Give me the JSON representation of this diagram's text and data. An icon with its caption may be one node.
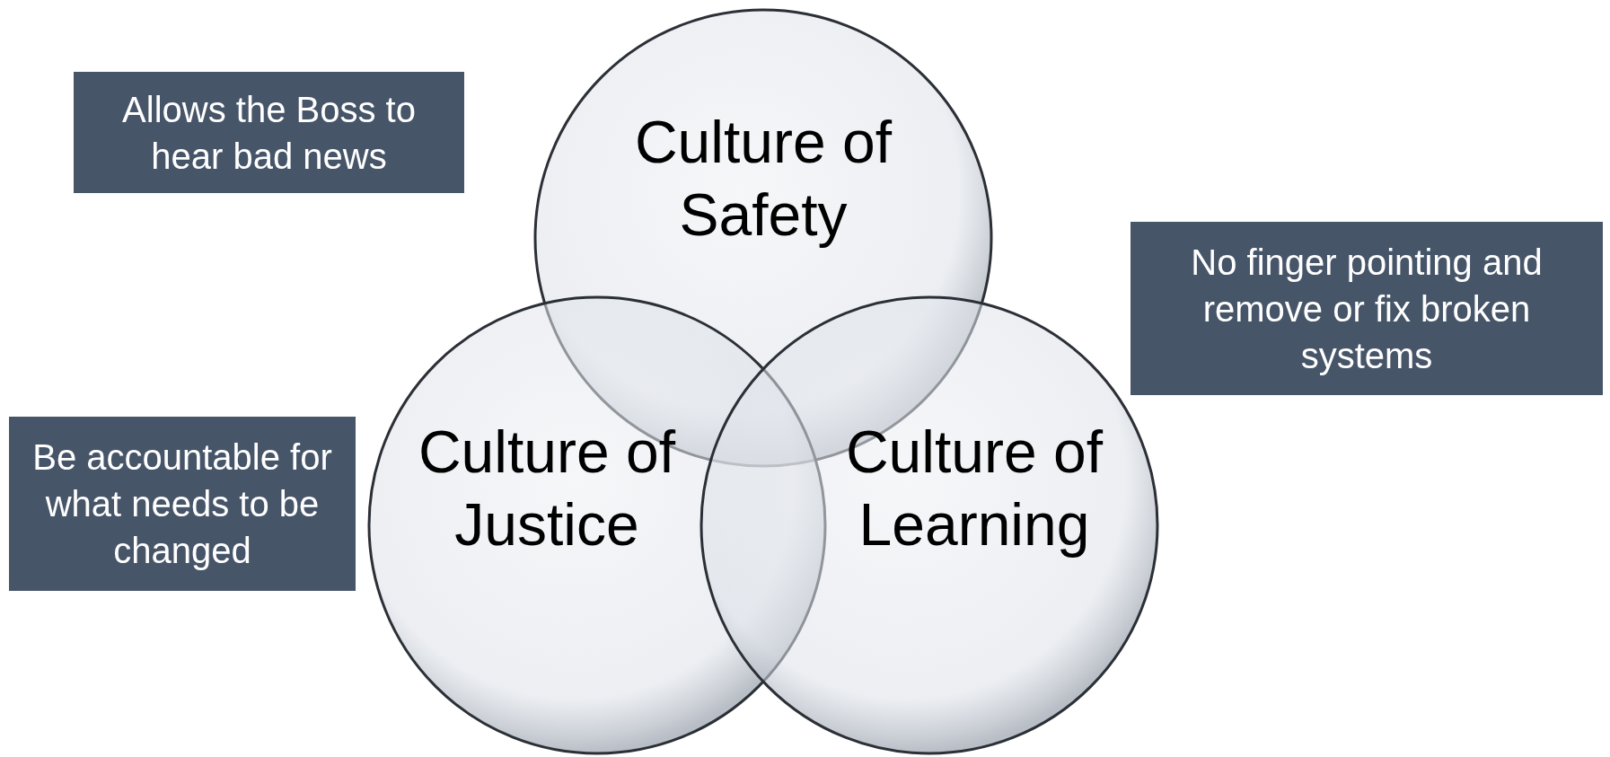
{
  "diagram": {
    "nodes": [
      {
        "text": [
          "Allows the Boss to hear bad news"
        ]
      },
      {
        "text": [
          "Culture of Safety"
        ]
      },
      {
        "text": [
          "No finger pointing and remove or fix broken systems"
        ]
      },
      {
        "text": [
          "Be accountable for what needs to be changed"
        ]
      },
      {
        "text": [
          "Culture of Justice"
        ]
      },
      {
        "text": [
          "Culture of Learning"
        ]
      }
    ]
  }
}
